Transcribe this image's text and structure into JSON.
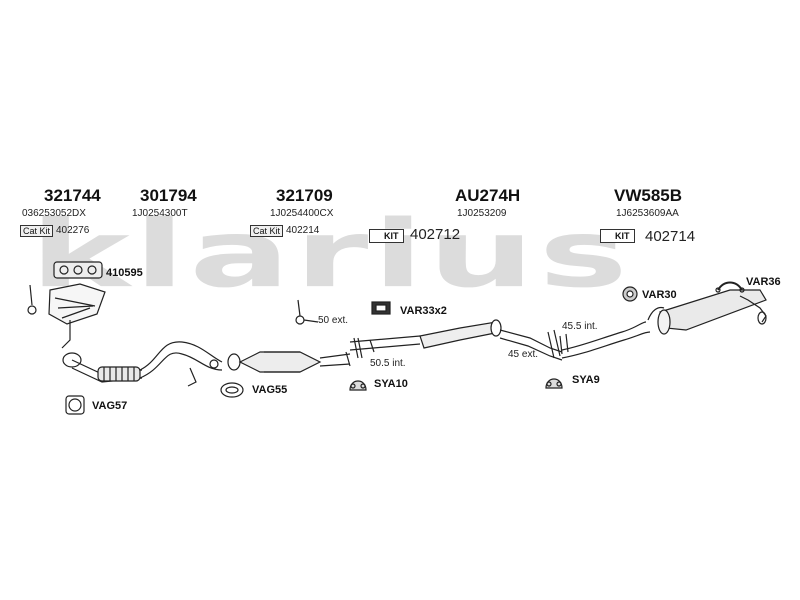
{
  "watermark": "klarius",
  "parts": [
    {
      "part_no": "321744",
      "oe_no": "036253052DX"
    },
    {
      "part_no": "301794",
      "oe_no": "1J0254300T"
    },
    {
      "part_no": "321709",
      "oe_no": "1J0254400CX"
    },
    {
      "part_no": "AU274H",
      "oe_no": "1J0253209"
    },
    {
      "part_no": "VW585B",
      "oe_no": "1J6253609AA"
    }
  ],
  "cat_kits": [
    {
      "label": "Cat Kit",
      "number": "402276"
    },
    {
      "label": "Cat Kit",
      "number": "402214"
    }
  ],
  "kits": [
    {
      "label": "KIT",
      "number": "402712"
    },
    {
      "label": "KIT",
      "number": "402714"
    }
  ],
  "fittings": {
    "gasket_manifold": "410595",
    "vag57": "VAG57",
    "vag55": "VAG55",
    "var33": "VAR33x2",
    "sya10": "SYA10",
    "sya9": "SYA9",
    "var30": "VAR30",
    "var36": "VAR36"
  },
  "dimensions": {
    "d1": "50 ext.",
    "d2": "50.5 int.",
    "d3": "45.5 int.",
    "d4": "45 ext."
  }
}
